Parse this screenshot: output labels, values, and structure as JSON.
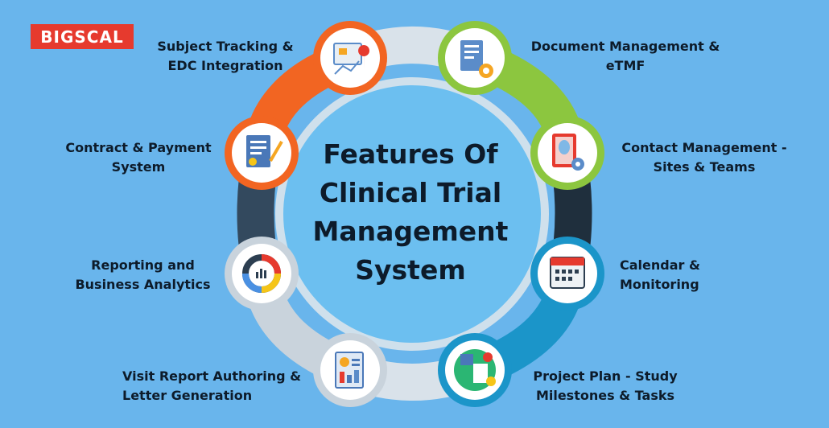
{
  "brand": {
    "logo_text": "BIGSCAL"
  },
  "title": {
    "lines": [
      "Features Of",
      "Clinical Trial",
      "Management",
      "System"
    ]
  },
  "features": [
    {
      "id": "subject-tracking",
      "lines": [
        "Subject Tracking &",
        "EDC Integration"
      ],
      "icon": "map-pin-chart-icon",
      "ring_color": "#f26522"
    },
    {
      "id": "document-management",
      "lines": [
        "Document Management &",
        "eTMF"
      ],
      "icon": "document-gear-icon",
      "ring_color": "#8cc63f"
    },
    {
      "id": "contract-payment",
      "lines": [
        "Contract & Payment",
        "System"
      ],
      "icon": "contract-pen-icon",
      "ring_color": "#f26522"
    },
    {
      "id": "contact-management",
      "lines": [
        "Contact Management -",
        "Sites & Teams"
      ],
      "icon": "contact-book-icon",
      "ring_color": "#8cc63f"
    },
    {
      "id": "reporting-analytics",
      "lines": [
        "Reporting and",
        "Business Analytics"
      ],
      "icon": "donut-chart-icon",
      "ring_color": "#c9d3dc"
    },
    {
      "id": "calendar-monitoring",
      "lines": [
        "Calendar &",
        "Monitoring"
      ],
      "icon": "calendar-icon",
      "ring_color": "#1b95c9"
    },
    {
      "id": "visit-report",
      "lines": [
        "Visit Report Authoring &",
        "Letter Generation"
      ],
      "icon": "report-document-icon",
      "ring_color": "#c9d3dc"
    },
    {
      "id": "project-plan",
      "lines": [
        "Project Plan - Study",
        "Milestones & Tasks"
      ],
      "icon": "clipboard-plan-icon",
      "ring_color": "#1b95c9"
    }
  ],
  "colors": {
    "background": "#69b5ec",
    "orange": "#f26522",
    "green": "#8cc63f",
    "dark": "#2c3e50",
    "blue": "#1b95c9",
    "light": "#dbe3ea",
    "center": "#6cbff0"
  }
}
